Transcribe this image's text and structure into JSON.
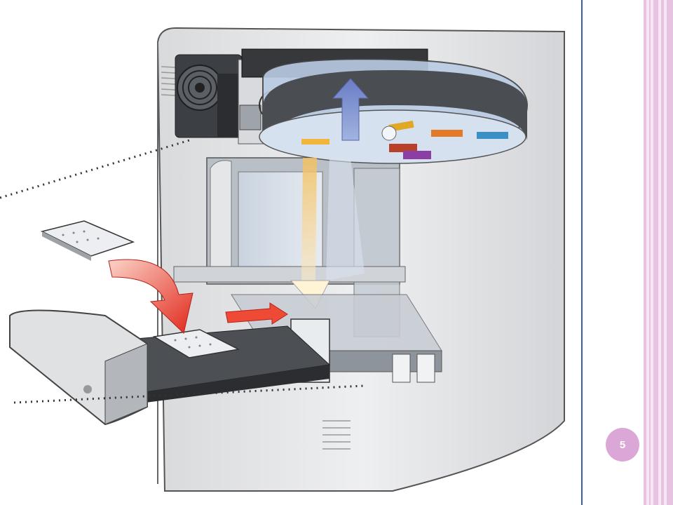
{
  "slide": {
    "number": "5",
    "colors": {
      "divider": "#3a5fa8",
      "border_stripe": "#e7c3e2",
      "number_badge": "#dba7d6"
    }
  },
  "illustration": {
    "icons": [
      "microplate-reader-cutaway",
      "fan-icon",
      "filter-wheel",
      "light-beam",
      "drawer-arrow",
      "microplate"
    ]
  }
}
